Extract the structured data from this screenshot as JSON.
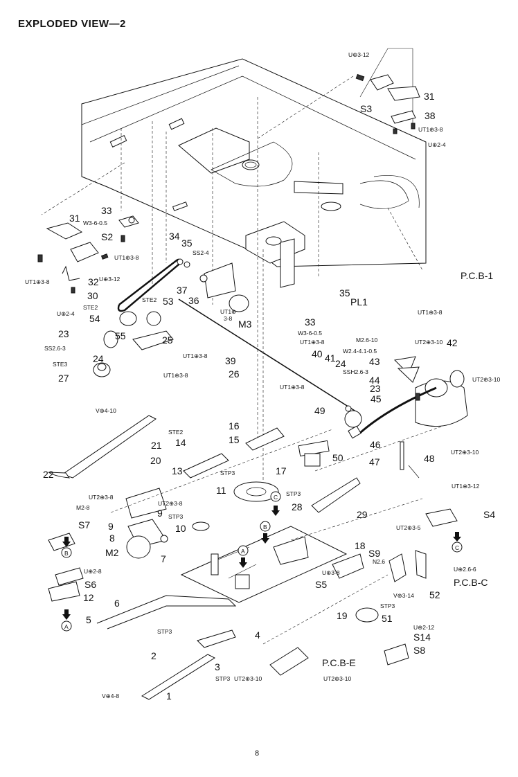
{
  "title": "EXPLODED VIEW—2",
  "page_number": "8",
  "labels": {
    "u3_12_top": "U⊕3-12",
    "n31_top": "31",
    "s3": "S3",
    "n38": "38",
    "ut1_3_8_top": "UT1⊕3-8",
    "u2_4_top": "U⊕2-4",
    "n33_left": "33",
    "w3_6_05_left": "W3-6-0.5",
    "n31_left": "31",
    "s2": "S2",
    "ut1_3_8_a": "UT1⊕3-8",
    "ut1_3_8_b": "UT1⊕3-8",
    "n32": "32",
    "u3_12_left": "U⊕3-12",
    "u2_4_left": "U⊕2-4",
    "n34": "34",
    "n35_a": "35",
    "ss2_4": "SS2-4",
    "n37": "37",
    "n36": "36",
    "ut1_3_8_m3": "UT1⊕",
    "ut1_3_8_m3b": "3-8",
    "m3": "M3",
    "n30": "30",
    "ste2_a": "STE2",
    "ste2_b": "STE2",
    "n53": "53",
    "n54": "54",
    "n23_left": "23",
    "n55": "55",
    "n25": "25",
    "ss26_3": "SS2.6-3",
    "n24_left": "24",
    "ste3": "STE3",
    "n27": "27",
    "ut1_3_8_c": "UT1⊕3-8",
    "ut1_3_8_d": "UT1⊕3-8",
    "n35_b": "35",
    "pl1": "PL1",
    "n33_mid": "33",
    "w3_6_05_mid": "W3-6-0.5",
    "ut1_3_8_e": "UT1⊕3-8",
    "pcb1": "P.C.B-1",
    "ut1_3_8_pcb": "UT1⊕3-8",
    "n39": "39",
    "n26": "26",
    "ut1_3_8_f": "UT1⊕3-8",
    "n40": "40",
    "n41": "41",
    "n24_mid": "24",
    "ssh26_3": "SSH2.6-3",
    "m26_10": "M2.6-10",
    "w24": "W2.4-4.1-0.5",
    "n43": "43",
    "n44": "44",
    "n23_mid": "23",
    "n45": "45",
    "ut2_3_10_a": "UT2⊕3-10",
    "n42": "42",
    "ut2_3_10_b": "UT2⊕3-10",
    "ut2_3_10_c": "UT2⊕3-10",
    "n46": "46",
    "n47": "47",
    "n48": "48",
    "n49": "49",
    "n50": "50",
    "v4_10": "V⊕4-10",
    "ste2_c": "STE2",
    "n16": "16",
    "n21": "21",
    "n14": "14",
    "n15": "15",
    "n20": "20",
    "n13": "13",
    "n17": "17",
    "n22": "22",
    "stp3_a": "STP3",
    "n11": "11",
    "stp3_b": "STP3",
    "n28": "28",
    "n29": "29",
    "ut1_3_12": "UT1⊕3-12",
    "s4": "S4",
    "ut2_3_8_a": "UT2⊕3-8",
    "ut2_3_8_b": "UT2⊕3-8",
    "m2_8": "M2-8",
    "s7": "S7",
    "n9_a": "9",
    "n9_b": "9",
    "n8": "8",
    "stp3_c": "STP3",
    "n10": "10",
    "m2": "M2",
    "n7": "7",
    "ut2_3_5": "UT2⊕3-5",
    "n18": "18",
    "s9": "S9",
    "n26_6": "N2.6",
    "u26_6": "U⊕2.6-6",
    "pcbc": "P.C.B-C",
    "n52": "52",
    "v3_14": "V⊕3-14",
    "u3_8": "U⊕3-8",
    "s5": "S5",
    "u2_8": "U⊕2-8",
    "s6": "S6",
    "n12": "12",
    "n6": "6",
    "n5": "5",
    "stp3_d": "STP3",
    "n19": "19",
    "stp3_e": "STP3",
    "n51": "51",
    "n4": "4",
    "n2": "2",
    "n3": "3",
    "stp3_f": "STP3",
    "ut2_3_10_d": "UT2⊕3-10",
    "ut2_3_10_e": "UT2⊕3-10",
    "pcbe": "P.C.B-E",
    "u2_12": "U⊕2-12",
    "s14": "S14",
    "s8": "S8",
    "v4_8": "V⊕4-8",
    "n1": "1"
  },
  "markers": {
    "a": "A",
    "b": "B",
    "c": "C"
  }
}
